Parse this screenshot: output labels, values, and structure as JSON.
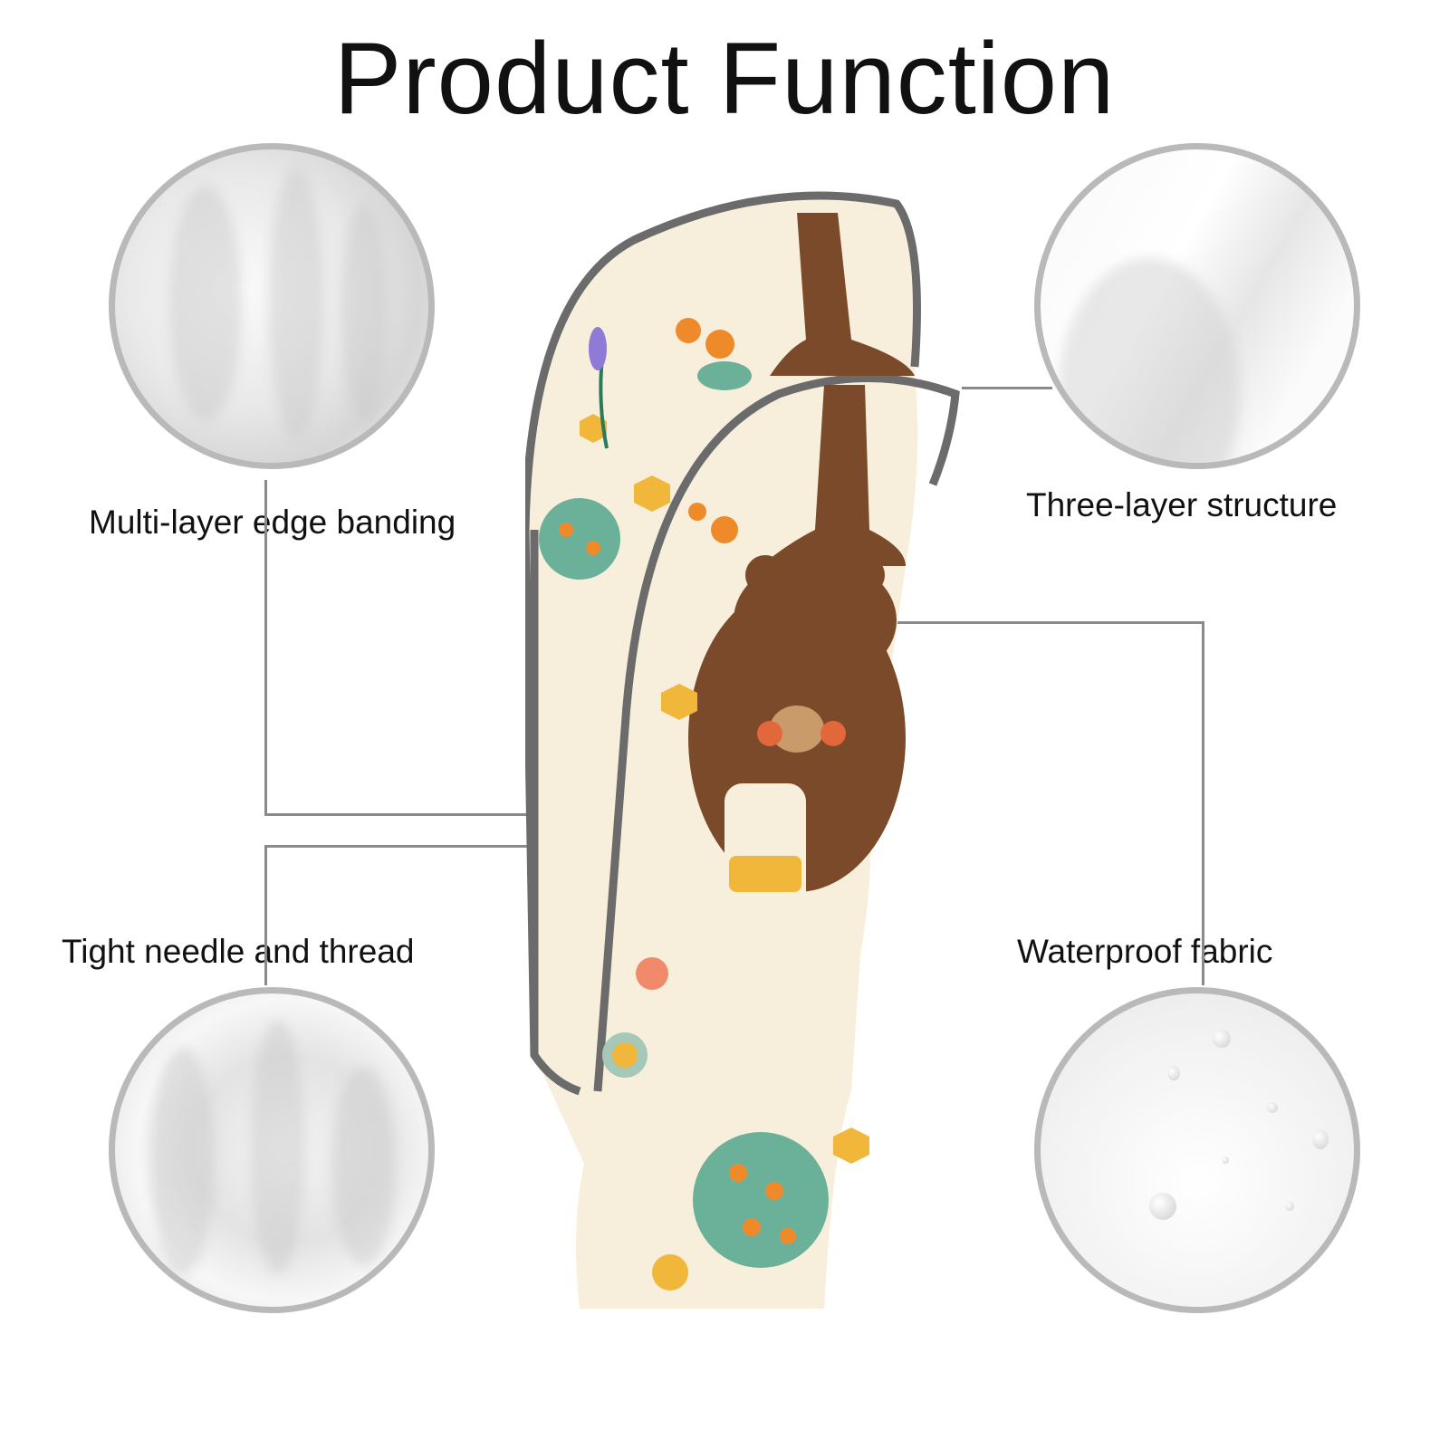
{
  "title": "Product Function",
  "features": [
    {
      "label": "Multi-layer edge banding"
    },
    {
      "label": "Three-layer structure"
    },
    {
      "label": "Tight needle and thread"
    },
    {
      "label": "Waterproof fabric"
    }
  ],
  "colors": {
    "circle_border": "#b9b9b9",
    "leader_line": "#8a8a8a",
    "fabric_base": "#f7efdc",
    "edge_binding": "#6b6b6b",
    "bear": "#7a4a2a"
  }
}
